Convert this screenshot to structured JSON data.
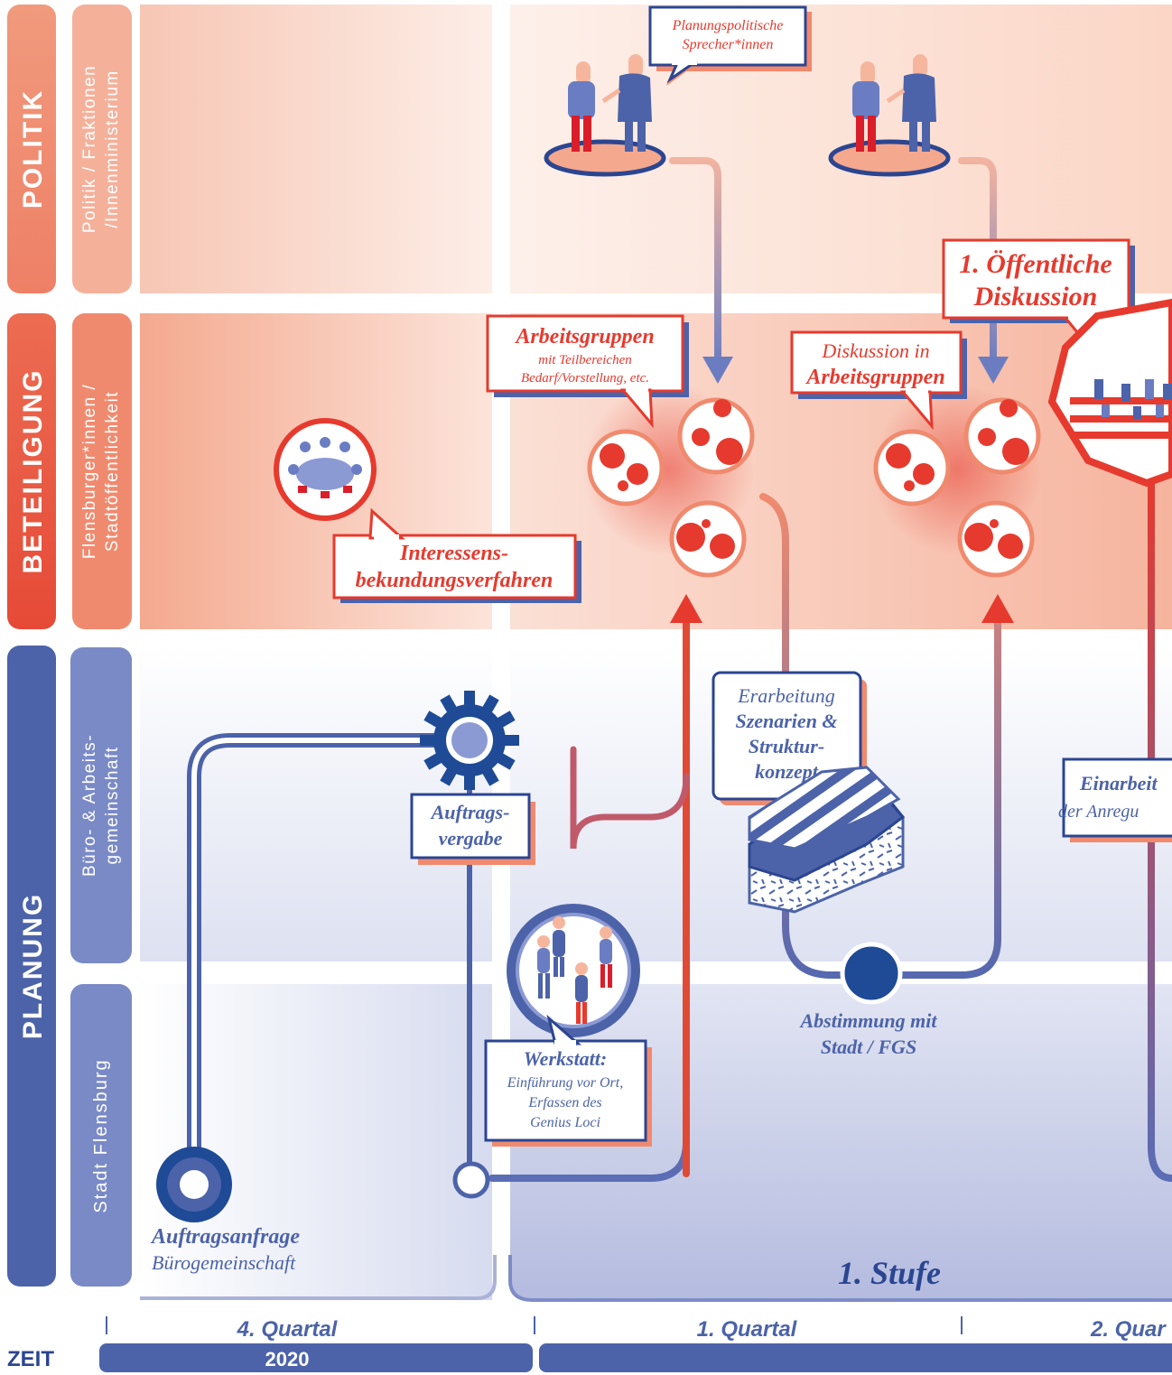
{
  "lanes": {
    "politik": {
      "label": "POLITIK",
      "sub": [
        "Politik / Fraktionen",
        "/Innenministerium"
      ]
    },
    "beteiligung": {
      "label": "BETEILIGUNG",
      "sub": [
        "Flensburger*innen /",
        "Stadtöffentlichkeit"
      ]
    },
    "planung": {
      "label": "PLANUNG",
      "sub_buero": [
        "Büro- & Arbeits-",
        "gemeinschaft"
      ],
      "sub_stadt": "Stadt Flensburg"
    }
  },
  "callouts": {
    "planungspolitische": [
      "Planungspolitische",
      "Sprecher*innen"
    ],
    "arbeitsgruppen": {
      "title": "Arbeitsgruppen",
      "sub": [
        "mit Teilbereichen",
        "Bedarf/Vorstellung, etc."
      ]
    },
    "diskussion_ag": {
      "line1": "Diskussion in",
      "line2": "Arbeitsgruppen"
    },
    "oeffentliche": [
      "1. Öffentliche",
      "Diskussion"
    ],
    "interessens": [
      "Interessens-",
      "bekundungsverfahren"
    ],
    "erarbeitung": {
      "line1": "Erarbeitung",
      "line2": "Szenarien &",
      "line3": "Struktur-",
      "line4": "konzept"
    },
    "einarbeitung": {
      "line1": "Einarbeit",
      "line2": "der Anregu"
    },
    "auftragsvergabe": [
      "Auftrags-",
      "vergabe"
    ],
    "werkstatt": {
      "title": "Werkstatt:",
      "sub": [
        "Einführung vor Ort,",
        "Erfassen des",
        "Genius Loci"
      ]
    },
    "abstimmung": [
      "Abstimmung mit",
      "Stadt / FGS"
    ],
    "auftragsanfrage": {
      "title": "Auftragsanfrage",
      "sub": "Bürogemeinschaft"
    },
    "stufe": "1. Stufe"
  },
  "timeline": {
    "label": "ZEIT",
    "quarters": [
      "4. Quartal",
      "1. Quartal",
      "2. Quar"
    ],
    "year": "2020"
  },
  "colors": {
    "blue": "#4c63a9",
    "blue_dark": "#1e4a96",
    "red": "#e63a2e",
    "salmon": "#f08a6e",
    "lavender": "#c2c8e6"
  }
}
